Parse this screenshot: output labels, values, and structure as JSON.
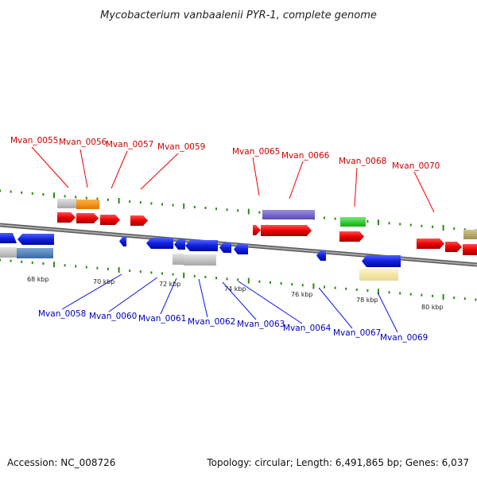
{
  "title": "Mycobacterium vanbaalenii PYR-1, complete genome",
  "accession": "Accession: NC_008726",
  "topology": "Topology: circular; Length: 6,491,865 bp; Genes: 6,037",
  "colors": {
    "forward_gene": "#ee0000",
    "reverse_gene": "#0a14e6",
    "forward_label": "#cc0000",
    "reverse_label": "#0000bb",
    "tick": "#2a8a1a",
    "backbone": "#8a8a8a"
  },
  "forward_labels": [
    "Mvan_0055",
    "Mvan_0056",
    "Mvan_0057",
    "Mvan_0059",
    "Mvan_0065",
    "Mvan_0066",
    "Mvan_0068",
    "Mvan_0070"
  ],
  "reverse_labels": [
    "Mvan_0058",
    "Mvan_0060",
    "Mvan_0061",
    "Mvan_0062",
    "Mvan_0063",
    "Mvan_0064",
    "Mvan_0067",
    "Mvan_0069"
  ],
  "scale_labels": [
    "68 kbp",
    "70 kbp",
    "72 kbp",
    "74 kbp",
    "76 kbp",
    "78 kbp",
    "80 kbp"
  ]
}
